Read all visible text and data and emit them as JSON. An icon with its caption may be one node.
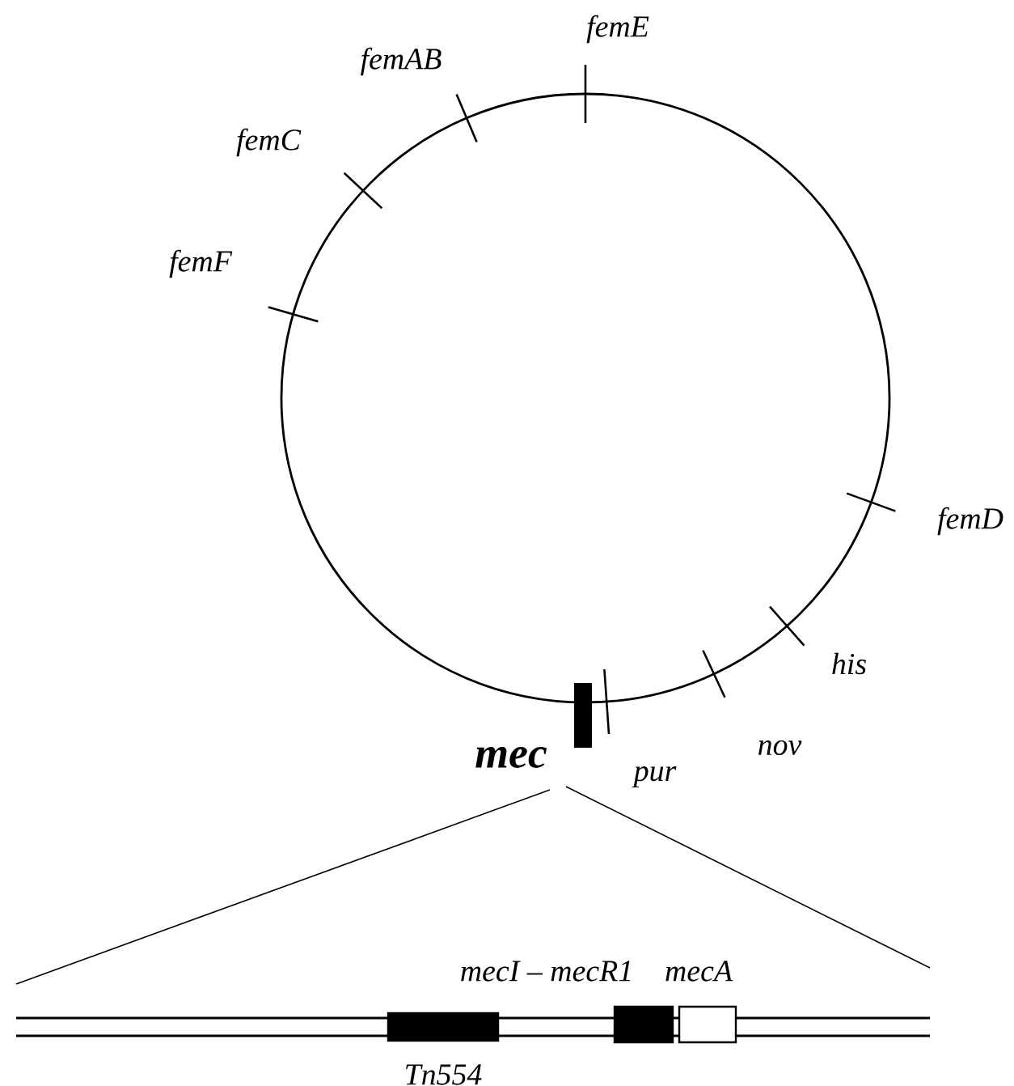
{
  "diagram": {
    "nodes": [
      {
        "text": [
          "Tn554"
        ]
      },
      {
        "text": [
          "mecI – mecR1"
        ]
      },
      {
        "text": [
          "mecA"
        ]
      }
    ],
    "labels": [
      "femE",
      "femAB",
      "femC",
      "femF",
      "femD",
      "his",
      "nov",
      "mec",
      "pur"
    ]
  }
}
